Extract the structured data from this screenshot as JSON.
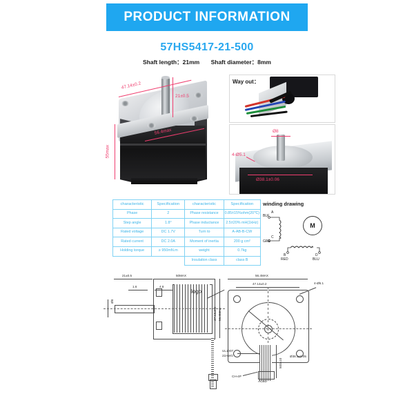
{
  "header": {
    "title": "PRODUCT INFORMATION",
    "bar_color": "#1fa7f0"
  },
  "product": {
    "model": "57HS5417-21-500",
    "shaft_length_label": "Shaft length：21mm",
    "shaft_diameter_label": "Shaft diameter：8mm"
  },
  "photo_dimensions": {
    "flange_width": "47.14±0.2",
    "shaft_length": "21±0.5",
    "body_height": "55max",
    "body_width": "56.4max",
    "shaft_dia": "Ø8",
    "mount_holes": "4-Ø5.1",
    "pilot_dia": "Ø38.1±0.06"
  },
  "way_out": {
    "label": "Way out：",
    "wire_colors": [
      "#d3352c",
      "#2447b5",
      "#1f8f3c",
      "#111111"
    ]
  },
  "spec_table": {
    "headers": [
      "characteristic",
      "Specification",
      "characteristic",
      "Specification"
    ],
    "rows": [
      [
        "Phase",
        "2",
        "Phase resistance",
        "0.85±15%ohm(20℃)"
      ],
      [
        "Step angle",
        "1.8°",
        "Phase inductance",
        "2.5±20% mH(1kHz)"
      ],
      [
        "Rated voltage",
        "DC 1.7V",
        "Turn to",
        "A-AB-B-CW"
      ],
      [
        "Rated current",
        "DC 2.0A",
        "Moment of inertia",
        "200 g cm²"
      ],
      [
        "Holding torque",
        "≥ 950mN.m",
        "weight",
        "0.7kg"
      ],
      [
        "",
        "",
        "Insulation class",
        "class B"
      ]
    ],
    "border_color": "#7fd2f4",
    "text_color": "#3bb4e8"
  },
  "winding": {
    "title": "winding drawing",
    "motor_symbol": "M",
    "terminals": [
      {
        "pin": "A",
        "color_code": "BLK"
      },
      {
        "pin": "C",
        "color_code": "GRE"
      },
      {
        "pin": "B",
        "color_code": "RED"
      },
      {
        "pin": "D",
        "color_code": "BLU"
      }
    ]
  },
  "drawings": {
    "side_view": {
      "shaft_len": "21±0.5",
      "body_len": "50MAX",
      "step1": "1.6",
      "step2": "4.8",
      "shaft_dia": "Ø8",
      "logo_label": "logo",
      "height_outer": "56.4MAX",
      "height_inner": "47.14±0.2"
    },
    "face_view": {
      "width_outer": "56.4MAX",
      "width_inner": "47.14±0.2",
      "holes": "4-Ø5.1",
      "pilot": "Ø38.1±0.05"
    },
    "cable": {
      "spec_line1": "UL1007",
      "spec_line2": "22AWG",
      "length": "500±10",
      "connector": "CH-4P",
      "connector_pins": "ACBD"
    }
  }
}
